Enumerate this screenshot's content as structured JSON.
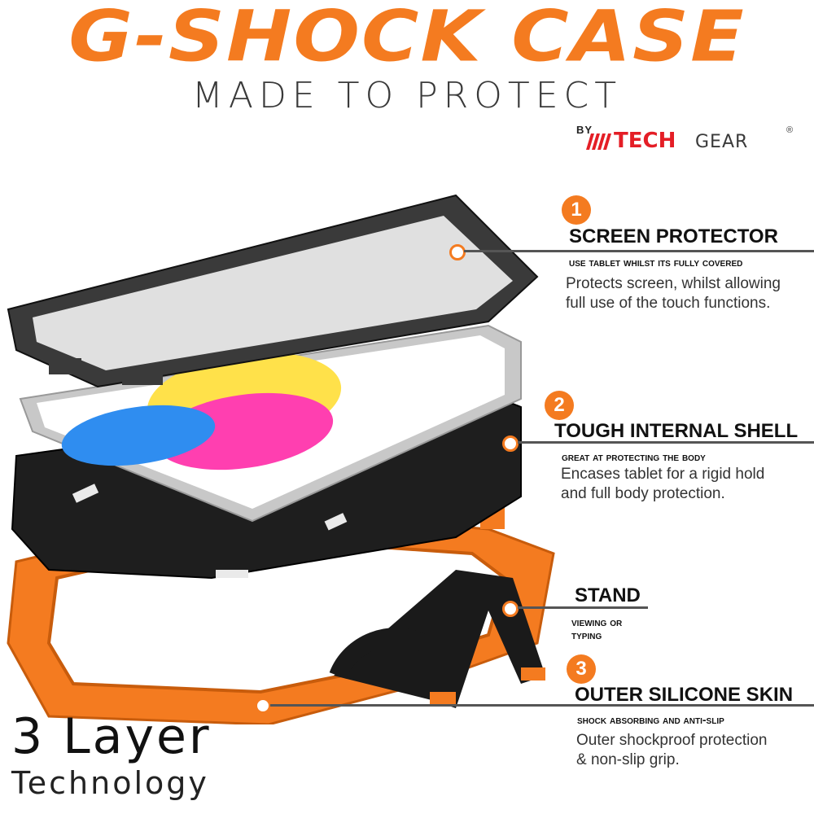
{
  "header": {
    "title": "G-SHOCK CASE",
    "subtitle": "MADE TO PROTECT",
    "brand_by": "BY",
    "brand_tech": "TECH",
    "brand_gear": "GEAR",
    "brand_reg": "®"
  },
  "features": [
    {
      "number": "1",
      "title": "SCREEN PROTECTOR",
      "subtitle": "Use tablet whilst its fully covered",
      "description_line1": "Protects screen, whilst allowing",
      "description_line2": "full use of the touch functions."
    },
    {
      "number": "2",
      "title": "TOUGH INTERNAL SHELL",
      "subtitle": "Great at protecting the body",
      "description_line1": "Encases tablet for a rigid hold",
      "description_line2": "and full body protection."
    },
    {
      "number": "",
      "title": "STAND",
      "subtitle_line1": "Viewing or",
      "subtitle_line2": "Typing"
    },
    {
      "number": "3",
      "title": "OUTER SILICONE SKIN",
      "subtitle": "Shock absorbing and Anti-slip",
      "description_line1": "Outer shockproof protection",
      "description_line2": "& non-slip grip."
    }
  ],
  "footer": {
    "line1": "3 Layer",
    "line2": "Technology"
  },
  "colors": {
    "accent": "#f47b20",
    "brand_red": "#e41e26",
    "text_dark": "#111111"
  }
}
